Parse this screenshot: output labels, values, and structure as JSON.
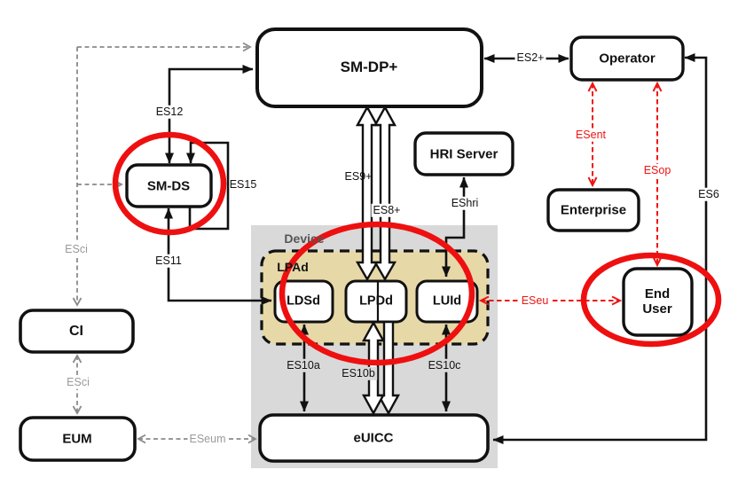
{
  "nodes": {
    "sm_dp": "SM-DP+",
    "sm_ds": "SM-DS",
    "operator": "Operator",
    "hri_server": "HRI Server",
    "enterprise": "Enterprise",
    "end_user": "End User",
    "ci": "CI",
    "eum": "EUM",
    "euicc": "eUICC",
    "ldsd": "LDSd",
    "lpdd": "LPDd",
    "luid": "LUId"
  },
  "groups": {
    "device": "Device",
    "lpad": "LPAd"
  },
  "interfaces": {
    "es12": "ES12",
    "es15": "ES15",
    "es11": "ES11",
    "es2": "ES2+",
    "es6": "ES6",
    "es9": "ES9+",
    "es8": "ES8+",
    "eshri": "EShri",
    "es10a": "ES10a",
    "es10b": "ES10b",
    "es10c": "ES10c",
    "esent": "ESent",
    "esop": "ESop",
    "eseu": "ESeu",
    "eseum": "ESeum",
    "esci": "ESci"
  },
  "colors": {
    "highlight_red": "#ee1010",
    "dashed_red": "#ee1515",
    "dashed_gray": "#8a8a8a",
    "gray_label_text": "#9a9a9a",
    "device_bg": "#d9d9d9",
    "lpad_bg": "#e7d8a7",
    "line_black": "#111111",
    "device_label_text": "#555555"
  }
}
